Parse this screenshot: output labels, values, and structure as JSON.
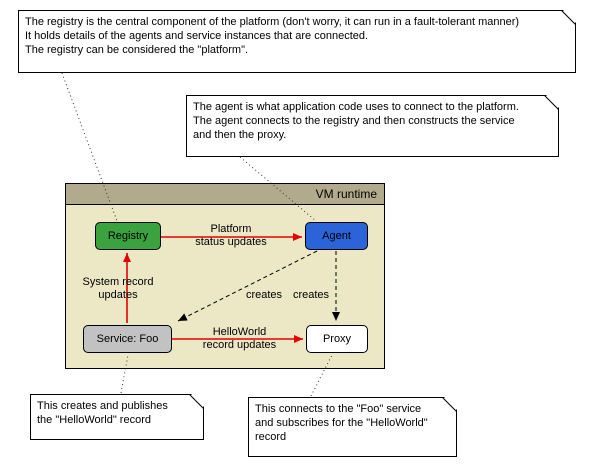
{
  "container": {
    "title": "VM runtime"
  },
  "nodes": {
    "registry": {
      "label": "Registry",
      "color": "#3aa23e"
    },
    "agent": {
      "label": "Agent",
      "color": "#2b63d9"
    },
    "service": {
      "label": "Service: Foo",
      "color": "#c2c2c2"
    },
    "proxy": {
      "label": "Proxy",
      "color": "#ffffff"
    }
  },
  "edges": {
    "platform_status": {
      "label": "Platform\nstatus updates"
    },
    "system_record": {
      "label": "System record\nupdates"
    },
    "helloworld_record": {
      "label": "HelloWorld\nrecord updates"
    },
    "creates_service": {
      "label": "creates"
    },
    "creates_proxy": {
      "label": "creates"
    }
  },
  "notes": {
    "registry_note": {
      "text": "The registry is the central component of the platform (don't worry, it can run in a fault-tolerant manner)\nIt holds details of the agents and service instances that are connected.\nThe registry can be considered the \"platform\"."
    },
    "agent_note": {
      "text": "The agent is what application code uses to connect to the platform.\nThe agent connects to the registry and then constructs the service\nand then the proxy."
    },
    "service_note": {
      "text": "This creates and publishes\nthe \"HelloWorld\" record"
    },
    "proxy_note": {
      "text": "This connects to the \"Foo\" service\nand subscribes for the \"HelloWorld\"\nrecord"
    }
  },
  "colors": {
    "arrow_red": "#e60000",
    "dashed_black": "#000000",
    "vm_body": "#ece8c6",
    "vm_header": "#b2aa8c",
    "note_bg": "#ffffff"
  }
}
